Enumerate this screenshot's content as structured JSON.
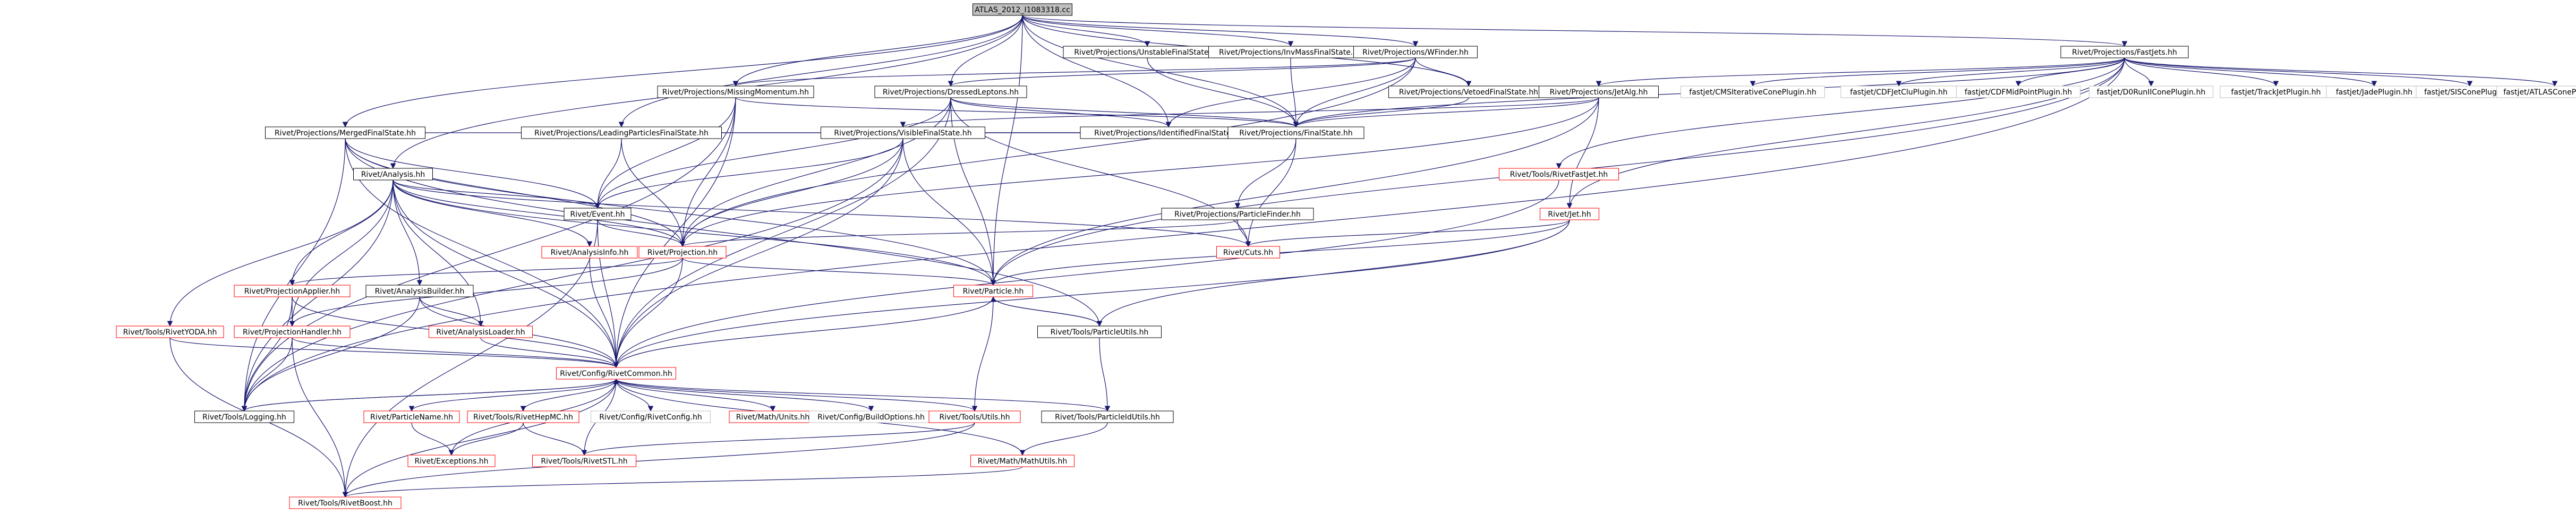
{
  "colors": {
    "root_fill": "#bfbfbf",
    "documented_border": "#000000",
    "undocumented_border": "#ff0000",
    "external_border": "#bfbfbf",
    "edge": "#191970",
    "edge_gray": "#7f7f7f"
  },
  "nodes": [
    {
      "id": "root",
      "label": "ATLAS_2012_I1083318.cc",
      "kind": "root"
    },
    {
      "id": "unstable",
      "label": "Rivet/Projections/UnstableFinalState.hh",
      "kind": "documented"
    },
    {
      "id": "invmass",
      "label": "Rivet/Projections/InvMassFinalState.hh",
      "kind": "documented"
    },
    {
      "id": "wfinder",
      "label": "Rivet/Projections/WFinder.hh",
      "kind": "documented"
    },
    {
      "id": "fastjets",
      "label": "Rivet/Projections/FastJets.hh",
      "kind": "documented"
    },
    {
      "id": "missing",
      "label": "Rivet/Projections/MissingMomentum.hh",
      "kind": "documented"
    },
    {
      "id": "dressed",
      "label": "Rivet/Projections/DressedLeptons.hh",
      "kind": "documented"
    },
    {
      "id": "vetoed",
      "label": "Rivet/Projections/VetoedFinalState.hh",
      "kind": "documented"
    },
    {
      "id": "jetalg",
      "label": "Rivet/Projections/JetAlg.hh",
      "kind": "documented"
    },
    {
      "id": "cms",
      "label": "fastjet/CMSIterativeConePlugin.hh",
      "kind": "external"
    },
    {
      "id": "cdfjetclu",
      "label": "fastjet/CDFJetCluPlugin.hh",
      "kind": "external"
    },
    {
      "id": "cdfmid",
      "label": "fastjet/CDFMidPointPlugin.hh",
      "kind": "external"
    },
    {
      "id": "d0run",
      "label": "fastjet/D0RunIIConePlugin.hh",
      "kind": "external"
    },
    {
      "id": "trackjet",
      "label": "fastjet/TrackJetPlugin.hh",
      "kind": "external"
    },
    {
      "id": "jade",
      "label": "fastjet/JadePlugin.hh",
      "kind": "external"
    },
    {
      "id": "siscone",
      "label": "fastjet/SISConePlugin.hh",
      "kind": "external"
    },
    {
      "id": "atlascone",
      "label": "fastjet/ATLASConePlugin.hh",
      "kind": "external"
    },
    {
      "id": "merged",
      "label": "Rivet/Projections/MergedFinalState.hh",
      "kind": "documented"
    },
    {
      "id": "leading",
      "label": "Rivet/Projections/LeadingParticlesFinalState.hh",
      "kind": "documented"
    },
    {
      "id": "visible",
      "label": "Rivet/Projections/VisibleFinalState.hh",
      "kind": "documented"
    },
    {
      "id": "identified",
      "label": "Rivet/Projections/IdentifiedFinalState.hh",
      "kind": "documented"
    },
    {
      "id": "finalstate",
      "label": "Rivet/Projections/FinalState.hh",
      "kind": "documented"
    },
    {
      "id": "analysis",
      "label": "Rivet/Analysis.hh",
      "kind": "documented"
    },
    {
      "id": "rivetfastjet",
      "label": "Rivet/Tools/RivetFastJet.hh",
      "kind": "undocumented"
    },
    {
      "id": "particlefinder",
      "label": "Rivet/Projections/ParticleFinder.hh",
      "kind": "documented"
    },
    {
      "id": "event",
      "label": "Rivet/Event.hh",
      "kind": "documented"
    },
    {
      "id": "jet",
      "label": "Rivet/Jet.hh",
      "kind": "undocumented"
    },
    {
      "id": "analysisinfo",
      "label": "Rivet/AnalysisInfo.hh",
      "kind": "undocumented"
    },
    {
      "id": "projection",
      "label": "Rivet/Projection.hh",
      "kind": "undocumented"
    },
    {
      "id": "cuts",
      "label": "Rivet/Cuts.hh",
      "kind": "undocumented"
    },
    {
      "id": "projapplier",
      "label": "Rivet/ProjectionApplier.hh",
      "kind": "undocumented"
    },
    {
      "id": "analysisbuilder",
      "label": "Rivet/AnalysisBuilder.hh",
      "kind": "documented"
    },
    {
      "id": "particle",
      "label": "Rivet/Particle.hh",
      "kind": "undocumented"
    },
    {
      "id": "rivetyoda",
      "label": "Rivet/Tools/RivetYODA.hh",
      "kind": "undocumented"
    },
    {
      "id": "projhandler",
      "label": "Rivet/ProjectionHandler.hh",
      "kind": "undocumented"
    },
    {
      "id": "analysisloader",
      "label": "Rivet/AnalysisLoader.hh",
      "kind": "undocumented"
    },
    {
      "id": "particleutils",
      "label": "Rivet/Tools/ParticleUtils.hh",
      "kind": "documented"
    },
    {
      "id": "rivetcommon",
      "label": "Rivet/Config/RivetCommon.hh",
      "kind": "undocumented"
    },
    {
      "id": "logging",
      "label": "Rivet/Tools/Logging.hh",
      "kind": "documented"
    },
    {
      "id": "particlename",
      "label": "Rivet/ParticleName.hh",
      "kind": "undocumented"
    },
    {
      "id": "hepmc",
      "label": "Rivet/Tools/RivetHepMC.hh",
      "kind": "undocumented"
    },
    {
      "id": "rivetconfig",
      "label": "Rivet/Config/RivetConfig.hh",
      "kind": "external"
    },
    {
      "id": "mathunits",
      "label": "Rivet/Math/Units.hh",
      "kind": "undocumented"
    },
    {
      "id": "buildoptions",
      "label": "Rivet/Config/BuildOptions.hh",
      "kind": "external"
    },
    {
      "id": "utils",
      "label": "Rivet/Tools/Utils.hh",
      "kind": "undocumented"
    },
    {
      "id": "particleidutils",
      "label": "Rivet/Tools/ParticleIdUtils.hh",
      "kind": "documented"
    },
    {
      "id": "exceptions",
      "label": "Rivet/Exceptions.hh",
      "kind": "undocumented"
    },
    {
      "id": "rivetstl",
      "label": "Rivet/Tools/RivetSTL.hh",
      "kind": "undocumented"
    },
    {
      "id": "mathutils",
      "label": "Rivet/Math/MathUtils.hh",
      "kind": "undocumented"
    },
    {
      "id": "rivetboost",
      "label": "Rivet/Tools/RivetBoost.hh",
      "kind": "undocumented"
    }
  ],
  "edges": [
    [
      "root",
      "unstable"
    ],
    [
      "root",
      "invmass"
    ],
    [
      "root",
      "wfinder"
    ],
    [
      "root",
      "fastjets"
    ],
    [
      "root",
      "missing"
    ],
    [
      "root",
      "dressed"
    ],
    [
      "root",
      "vetoed"
    ],
    [
      "root",
      "merged"
    ],
    [
      "root",
      "leading"
    ],
    [
      "root",
      "identified"
    ],
    [
      "root",
      "finalstate"
    ],
    [
      "root",
      "analysis"
    ],
    [
      "root",
      "particle"
    ],
    [
      "unstable",
      "finalstate"
    ],
    [
      "invmass",
      "finalstate"
    ],
    [
      "wfinder",
      "finalstate"
    ],
    [
      "wfinder",
      "vetoed"
    ],
    [
      "wfinder",
      "missing"
    ],
    [
      "wfinder",
      "projection"
    ],
    [
      "wfinder",
      "dressed"
    ],
    [
      "wfinder",
      "identified"
    ],
    [
      "fastjets",
      "jetalg"
    ],
    [
      "fastjets",
      "cms"
    ],
    [
      "fastjets",
      "cdfjetclu"
    ],
    [
      "fastjets",
      "cdfmid"
    ],
    [
      "fastjets",
      "d0run"
    ],
    [
      "fastjets",
      "trackjet"
    ],
    [
      "fastjets",
      "jade"
    ],
    [
      "fastjets",
      "siscone"
    ],
    [
      "fastjets",
      "atlascone"
    ],
    [
      "fastjets",
      "rivetfastjet"
    ],
    [
      "fastjets",
      "jet"
    ],
    [
      "fastjets",
      "finalstate"
    ],
    [
      "fastjets",
      "particle"
    ],
    [
      "fastjets",
      "logging"
    ],
    [
      "missing",
      "finalstate"
    ],
    [
      "missing",
      "event"
    ],
    [
      "missing",
      "projection"
    ],
    [
      "missing",
      "rivetcommon"
    ],
    [
      "missing",
      "logging"
    ],
    [
      "dressed",
      "identified"
    ],
    [
      "dressed",
      "finalstate"
    ],
    [
      "dressed",
      "projection"
    ],
    [
      "dressed",
      "particle"
    ],
    [
      "dressed",
      "rivetcommon"
    ],
    [
      "dressed",
      "cuts"
    ],
    [
      "dressed",
      "event"
    ],
    [
      "vetoed",
      "finalstate"
    ],
    [
      "jetalg",
      "visible"
    ],
    [
      "jetalg",
      "projection"
    ],
    [
      "jetalg",
      "jet"
    ],
    [
      "jetalg",
      "particle"
    ],
    [
      "jetalg",
      "finalstate"
    ],
    [
      "merged",
      "finalstate"
    ],
    [
      "merged",
      "event"
    ],
    [
      "merged",
      "projection"
    ],
    [
      "merged",
      "rivetcommon"
    ],
    [
      "merged",
      "logging"
    ],
    [
      "merged",
      "particle"
    ],
    [
      "merged",
      "particleutils"
    ],
    [
      "leading",
      "finalstate"
    ],
    [
      "leading",
      "event"
    ],
    [
      "leading",
      "projection"
    ],
    [
      "visible",
      "finalstate"
    ],
    [
      "visible",
      "event"
    ],
    [
      "visible",
      "projection"
    ],
    [
      "visible",
      "rivetcommon"
    ],
    [
      "visible",
      "particle"
    ],
    [
      "visible",
      "logging"
    ],
    [
      "identified",
      "finalstate"
    ],
    [
      "finalstate",
      "particlefinder"
    ],
    [
      "finalstate",
      "cuts"
    ],
    [
      "particlefinder",
      "projection"
    ],
    [
      "particlefinder",
      "cuts"
    ],
    [
      "analysis",
      "event"
    ],
    [
      "analysis",
      "analysisinfo"
    ],
    [
      "analysis",
      "projection"
    ],
    [
      "analysis",
      "projapplier"
    ],
    [
      "analysis",
      "analysisbuilder"
    ],
    [
      "analysis",
      "rivetyoda"
    ],
    [
      "analysis",
      "projhandler"
    ],
    [
      "analysis",
      "analysisloader"
    ],
    [
      "analysis",
      "rivetcommon"
    ],
    [
      "analysis",
      "logging"
    ],
    [
      "analysis",
      "particle"
    ],
    [
      "analysis",
      "cuts"
    ],
    [
      "rivetfastjet",
      "rivetcommon"
    ],
    [
      "jet",
      "particle"
    ],
    [
      "jet",
      "cuts"
    ],
    [
      "jet",
      "particleutils"
    ],
    [
      "jet",
      "rivetcommon"
    ],
    [
      "event",
      "projection"
    ],
    [
      "event",
      "rivetcommon"
    ],
    [
      "event",
      "rivetboost"
    ],
    [
      "analysisinfo",
      "rivetcommon"
    ],
    [
      "projection",
      "projapplier"
    ],
    [
      "projection",
      "projhandler"
    ],
    [
      "projection",
      "rivetcommon"
    ],
    [
      "projection",
      "particle"
    ],
    [
      "projapplier",
      "projhandler"
    ],
    [
      "projapplier",
      "logging"
    ],
    [
      "projapplier",
      "rivetcommon"
    ],
    [
      "analysisbuilder",
      "analysisloader"
    ],
    [
      "analysisbuilder",
      "rivetcommon"
    ],
    [
      "analysisbuilder",
      "logging"
    ],
    [
      "particle",
      "particleutils"
    ],
    [
      "particle",
      "rivetcommon"
    ],
    [
      "particle",
      "utils"
    ],
    [
      "rivetyoda",
      "rivetcommon"
    ],
    [
      "rivetyoda",
      "rivetboost"
    ],
    [
      "projhandler",
      "rivetcommon"
    ],
    [
      "projhandler",
      "logging"
    ],
    [
      "projhandler",
      "rivetboost"
    ],
    [
      "analysisloader",
      "rivetcommon"
    ],
    [
      "particleutils",
      "particle"
    ],
    [
      "particleutils",
      "particleidutils"
    ],
    [
      "rivetcommon",
      "logging"
    ],
    [
      "rivetcommon",
      "particlename"
    ],
    [
      "rivetcommon",
      "hepmc"
    ],
    [
      "rivetcommon",
      "rivetconfig"
    ],
    [
      "rivetcommon",
      "mathunits"
    ],
    [
      "rivetcommon",
      "buildoptions"
    ],
    [
      "rivetcommon",
      "utils"
    ],
    [
      "rivetcommon",
      "particleidutils"
    ],
    [
      "rivetcommon",
      "exceptions"
    ],
    [
      "rivetcommon",
      "rivetstl"
    ],
    [
      "rivetcommon",
      "mathutils"
    ],
    [
      "rivetcommon",
      "rivetboost"
    ],
    [
      "logging",
      "rivetcommon"
    ],
    [
      "particlename",
      "exceptions"
    ],
    [
      "hepmc",
      "exceptions"
    ],
    [
      "hepmc",
      "rivetstl"
    ],
    [
      "utils",
      "rivetstl"
    ],
    [
      "utils",
      "rivetboost"
    ],
    [
      "particleidutils",
      "mathutils"
    ],
    [
      "mathutils",
      "rivetboost"
    ]
  ]
}
